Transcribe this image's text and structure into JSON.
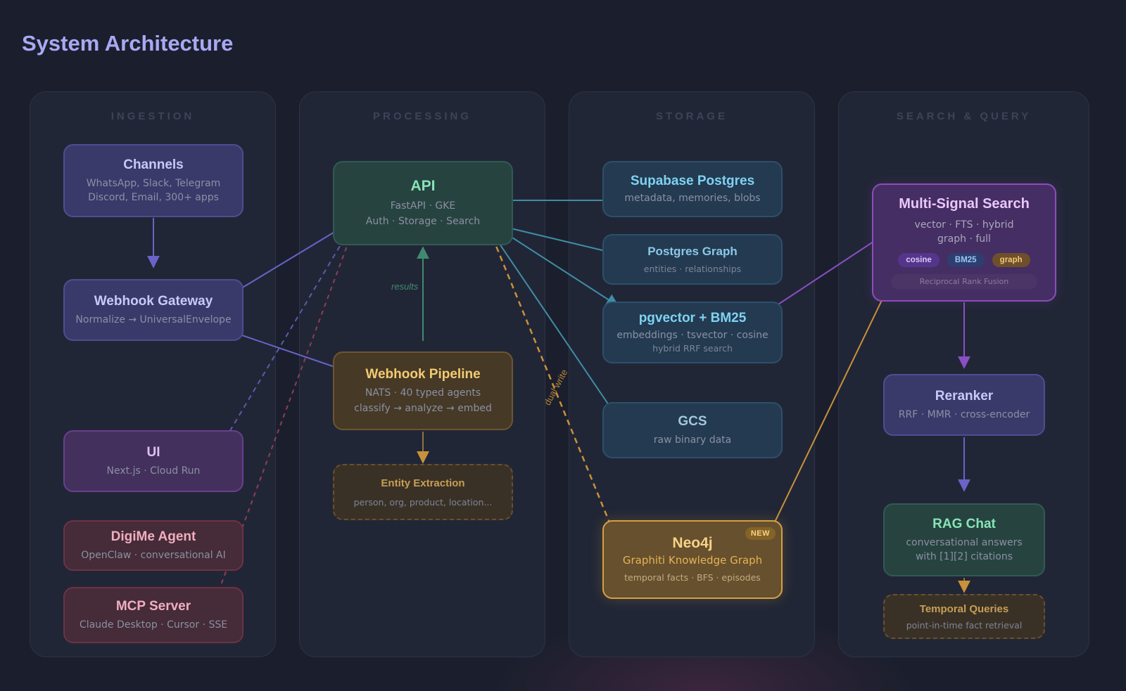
{
  "title": "System Architecture",
  "columns": [
    {
      "label": "INGESTION"
    },
    {
      "label": "PROCESSING"
    },
    {
      "label": "STORAGE"
    },
    {
      "label": "SEARCH & QUERY"
    }
  ],
  "nodes": {
    "channels": {
      "title": "Channels",
      "line1": "WhatsApp, Slack, Telegram",
      "line2": "Discord, Email, 300+ apps"
    },
    "webhook_gateway": {
      "title": "Webhook Gateway",
      "line1": "Normalize → UniversalEnvelope"
    },
    "ui": {
      "title": "UI",
      "line1": "Next.js · Cloud Run"
    },
    "digime": {
      "title": "DigiMe Agent",
      "line1": "OpenClaw · conversational AI"
    },
    "mcp": {
      "title": "MCP Server",
      "line1": "Claude Desktop · Cursor · SSE"
    },
    "api": {
      "title": "API",
      "line1": "FastAPI · GKE",
      "line2": "Auth · Storage · Search"
    },
    "pipeline": {
      "title": "Webhook Pipeline",
      "line1": "NATS · 40 typed agents",
      "line2": "classify → analyze → embed"
    },
    "entity": {
      "title": "Entity Extraction",
      "line1": "person, org, product, location..."
    },
    "supabase": {
      "title": "Supabase Postgres",
      "line1": "metadata, memories, blobs"
    },
    "pg_graph": {
      "title": "Postgres Graph",
      "line1": "entities · relationships"
    },
    "pgvector": {
      "title": "pgvector + BM25",
      "line1": "embeddings · tsvector · cosine",
      "line2": "hybrid RRF search"
    },
    "gcs": {
      "title": "GCS",
      "line1": "raw binary data"
    },
    "neo4j": {
      "title": "Neo4j",
      "badge": "NEW",
      "line1": "Graphiti Knowledge Graph",
      "line2": "temporal facts · BFS · episodes"
    },
    "search": {
      "title": "Multi-Signal Search",
      "line1": "vector · FTS · hybrid",
      "line2": "graph · full",
      "chips": [
        "cosine",
        "BM25",
        "graph"
      ],
      "footer": "Reciprocal Rank Fusion"
    },
    "reranker": {
      "title": "Reranker",
      "line1": "RRF · MMR · cross-encoder"
    },
    "rag": {
      "title": "RAG Chat",
      "line1": "conversational answers",
      "line2": "with [1][2] citations"
    },
    "temporal": {
      "title": "Temporal Queries",
      "line1": "point-in-time fact retrieval"
    }
  },
  "edge_labels": {
    "results": "results",
    "dual_write": "dual write"
  },
  "colors": {
    "purple_edge": "#6a63c8",
    "teal_edge": "#3f8da6",
    "green_edge": "#3f8a6f",
    "gold_edge": "#c9913a",
    "magenta_edge": "#8a4fc4"
  }
}
